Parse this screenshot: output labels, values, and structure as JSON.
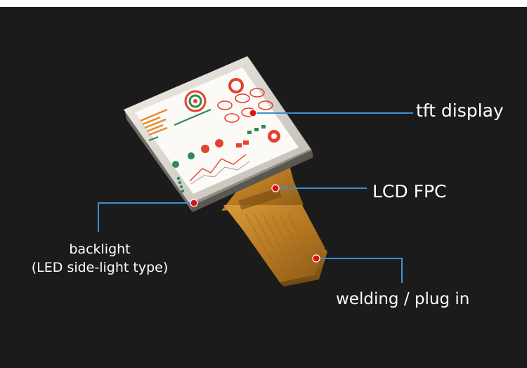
{
  "callouts": {
    "tft_display": "tft display",
    "lcd_fpc": "LCD FPC",
    "welding": "welding / plug in",
    "backlight_line1": "backlight",
    "backlight_line2": "(LED side-light type)"
  },
  "colors": {
    "background": "#1b1b1b",
    "leader_line": "#3b8fd0",
    "marker_dot": "#e01010",
    "fpc": "#c8892a",
    "text": "#ffffff"
  }
}
